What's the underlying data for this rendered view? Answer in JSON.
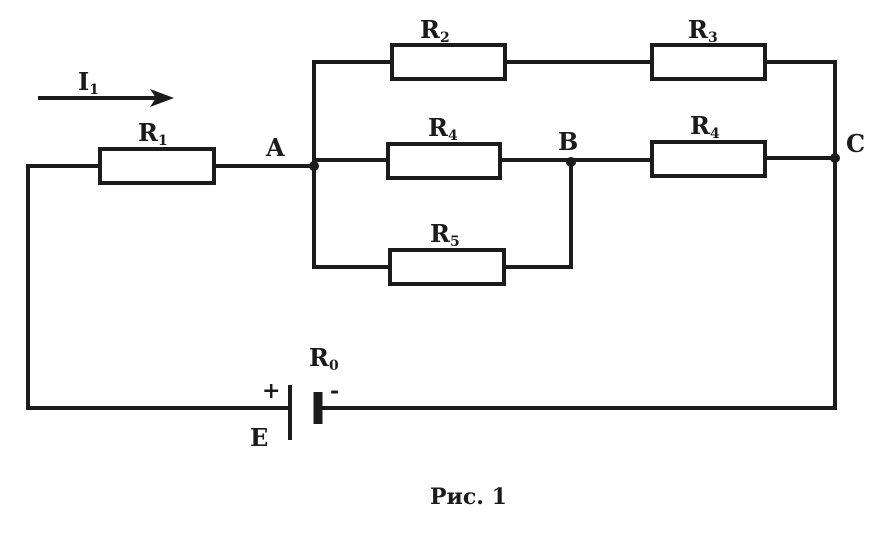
{
  "current_label": {
    "main": "I",
    "sub": "1"
  },
  "resistors": {
    "r1": {
      "main": "R",
      "sub": "1"
    },
    "r2": {
      "main": "R",
      "sub": "2"
    },
    "r3": {
      "main": "R",
      "sub": "3"
    },
    "r4a": {
      "main": "R",
      "sub": "4"
    },
    "r4b": {
      "main": "R",
      "sub": "4"
    },
    "r5": {
      "main": "R",
      "sub": "5"
    },
    "r0": {
      "main": "R",
      "sub": "0"
    }
  },
  "nodes": {
    "a": "A",
    "b": "B",
    "c": "C"
  },
  "source": {
    "emf": "E",
    "plus": "+",
    "minus": "-"
  },
  "caption": "Рис. 1",
  "colors": {
    "ink": "#1b1b1b",
    "background": "#ffffff"
  }
}
